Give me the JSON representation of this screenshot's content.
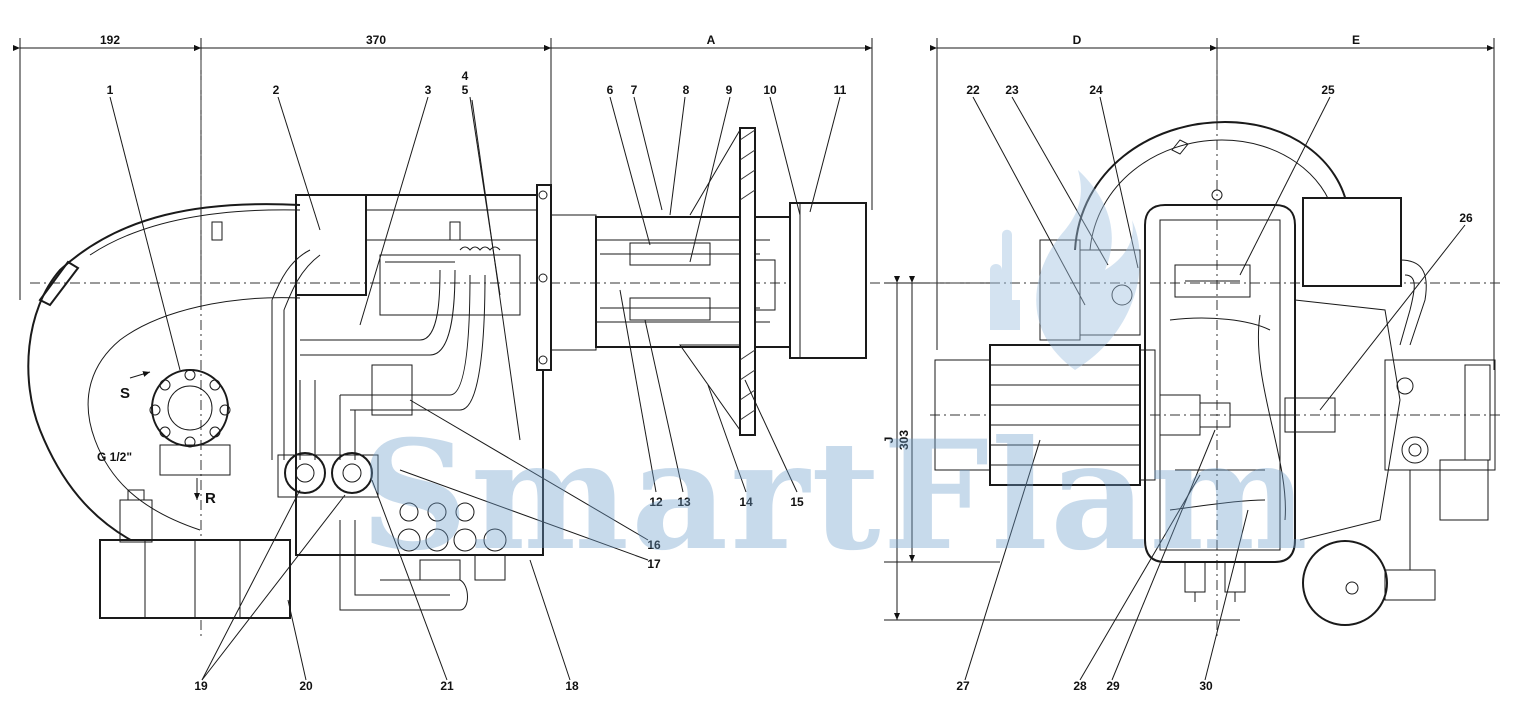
{
  "dimensions": {
    "d192": "192",
    "d370": "370",
    "dA": "A",
    "dD": "D",
    "dE": "E",
    "dJ": "J",
    "d303": "303"
  },
  "fuel_labels": {
    "suction": "S",
    "return": "R",
    "thread": "G 1/2\""
  },
  "watermark": "SmartFlam",
  "part_numbers": [
    "1",
    "2",
    "3",
    "4",
    "5",
    "6",
    "7",
    "8",
    "9",
    "10",
    "11",
    "12",
    "13",
    "14",
    "15",
    "16",
    "17",
    "18",
    "19",
    "20",
    "21",
    "22",
    "23",
    "24",
    "25",
    "26",
    "27",
    "28",
    "29",
    "30"
  ],
  "colors": {
    "line": "#1a1a1a",
    "watermark": "#6f9fcc",
    "background": "#ffffff"
  }
}
